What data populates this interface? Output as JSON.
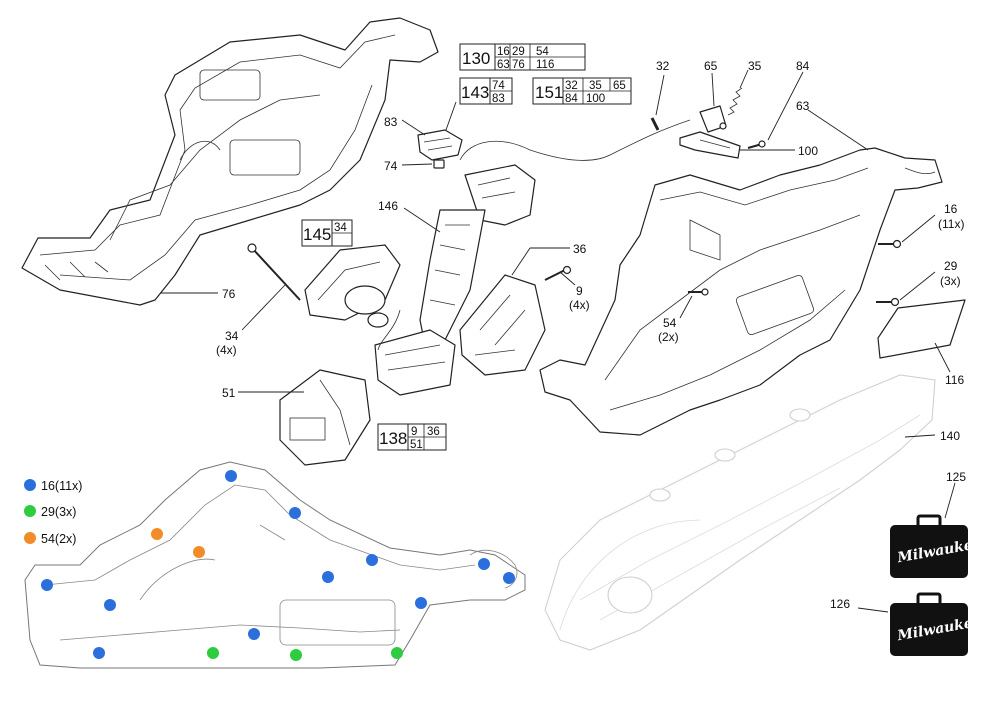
{
  "part_labels": {
    "p32": "32",
    "p65": "65",
    "p35": "35",
    "p84": "84",
    "p63": "63",
    "p83": "83",
    "p74": "74",
    "p100": "100",
    "p146": "146",
    "p36": "36",
    "p16": "16",
    "p16q": "(11x)",
    "p29": "29",
    "p29q": "(3x)",
    "p76": "76",
    "p9": "9",
    "p9q": "(4x)",
    "p54": "54",
    "p54q": "(2x)",
    "p34": "34",
    "p34q": "(4x)",
    "p116": "116",
    "p51": "51",
    "p140": "140",
    "p125": "125",
    "p126": "126"
  },
  "kit_boxes": {
    "k130": {
      "num": "130",
      "r1": [
        "16",
        "29",
        "54"
      ],
      "r2": [
        "63",
        "76",
        "116"
      ]
    },
    "k143": {
      "num": "143",
      "r1": [
        "74"
      ],
      "r2": [
        "83"
      ]
    },
    "k151": {
      "num": "151",
      "r1": [
        "32",
        "35",
        "65"
      ],
      "r2": [
        "84",
        "100"
      ]
    },
    "k145": {
      "num": "145",
      "r1": [
        "34"
      ],
      "r2": [
        ""
      ]
    },
    "k138": {
      "num": "138",
      "r1": [
        "9",
        "36"
      ],
      "r2": [
        "51"
      ]
    }
  },
  "legend": [
    {
      "label": "16(11x)",
      "color": "#2a6fdb"
    },
    {
      "label": "29(3x)",
      "color": "#2ecc40"
    },
    {
      "label": "54(2x)",
      "color": "#f28c28"
    }
  ],
  "brand": "Milwaukee"
}
